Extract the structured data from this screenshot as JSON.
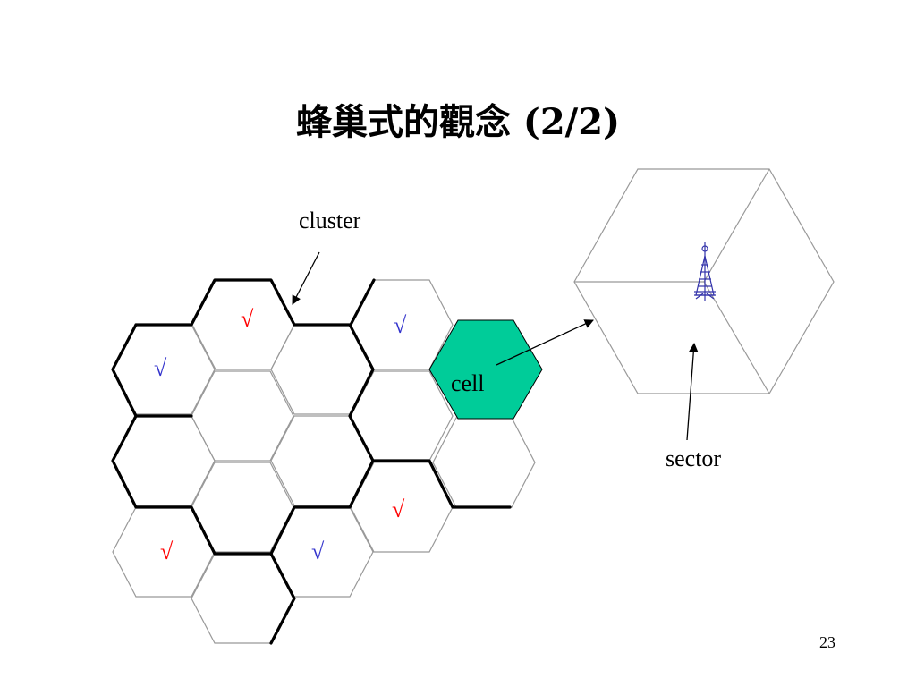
{
  "title": "蜂巢式的觀念 (2/2)",
  "labels": {
    "cluster": "cluster",
    "cell": "cell",
    "sector": "sector"
  },
  "check_mark": "√",
  "colors": {
    "cell_fill": "#00cc99",
    "check_red": "#ff0000",
    "check_blue": "#3333cc",
    "antenna": "#3333aa",
    "thin_line": "#999999",
    "thick_line": "#000000"
  },
  "page_number": "23"
}
